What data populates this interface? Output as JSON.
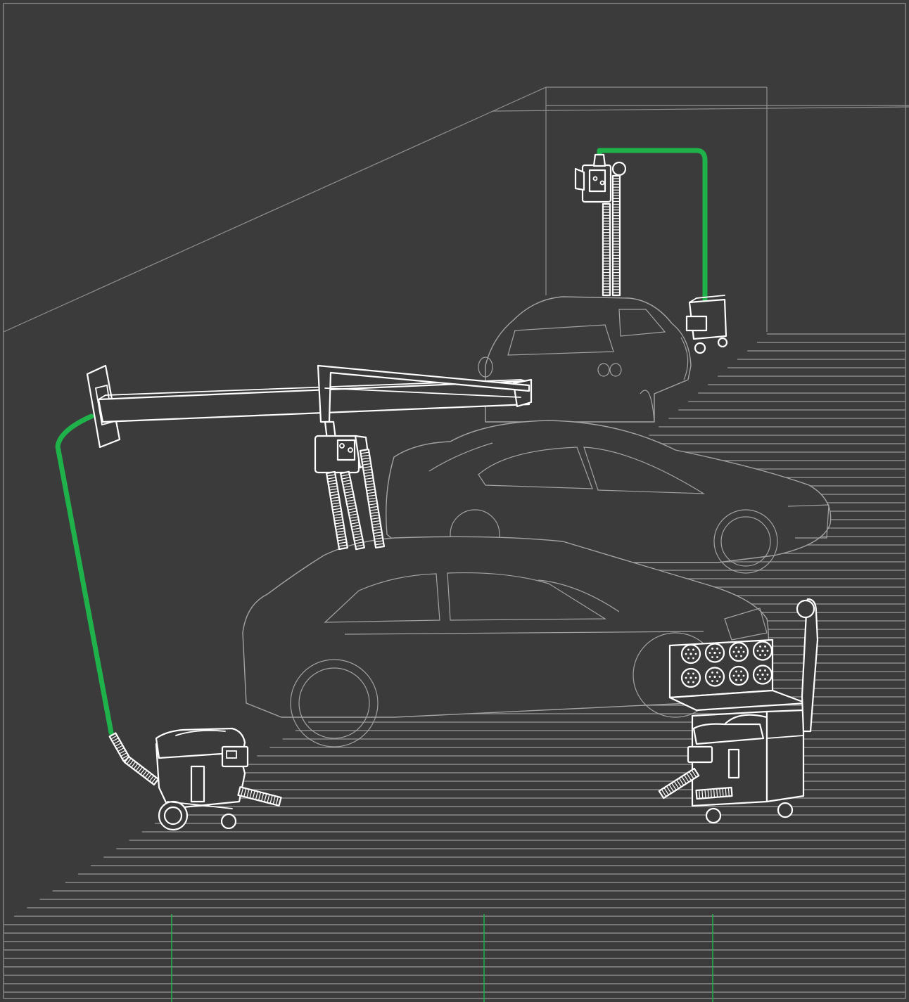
{
  "scene": {
    "background": "#3b3b3b",
    "line_color": "#ffffff",
    "accent": "#1fb24a",
    "floor_line_color": "#8a8a8a",
    "outline_color": "#a3a3a3",
    "objects": [
      "wall-mounted-extraction-arm",
      "mobile-dust-extractor-left",
      "wall-hose-station",
      "mobile-dust-extractor-back",
      "sanding-workstation-cart",
      "car-front",
      "car-middle",
      "car-back"
    ]
  }
}
